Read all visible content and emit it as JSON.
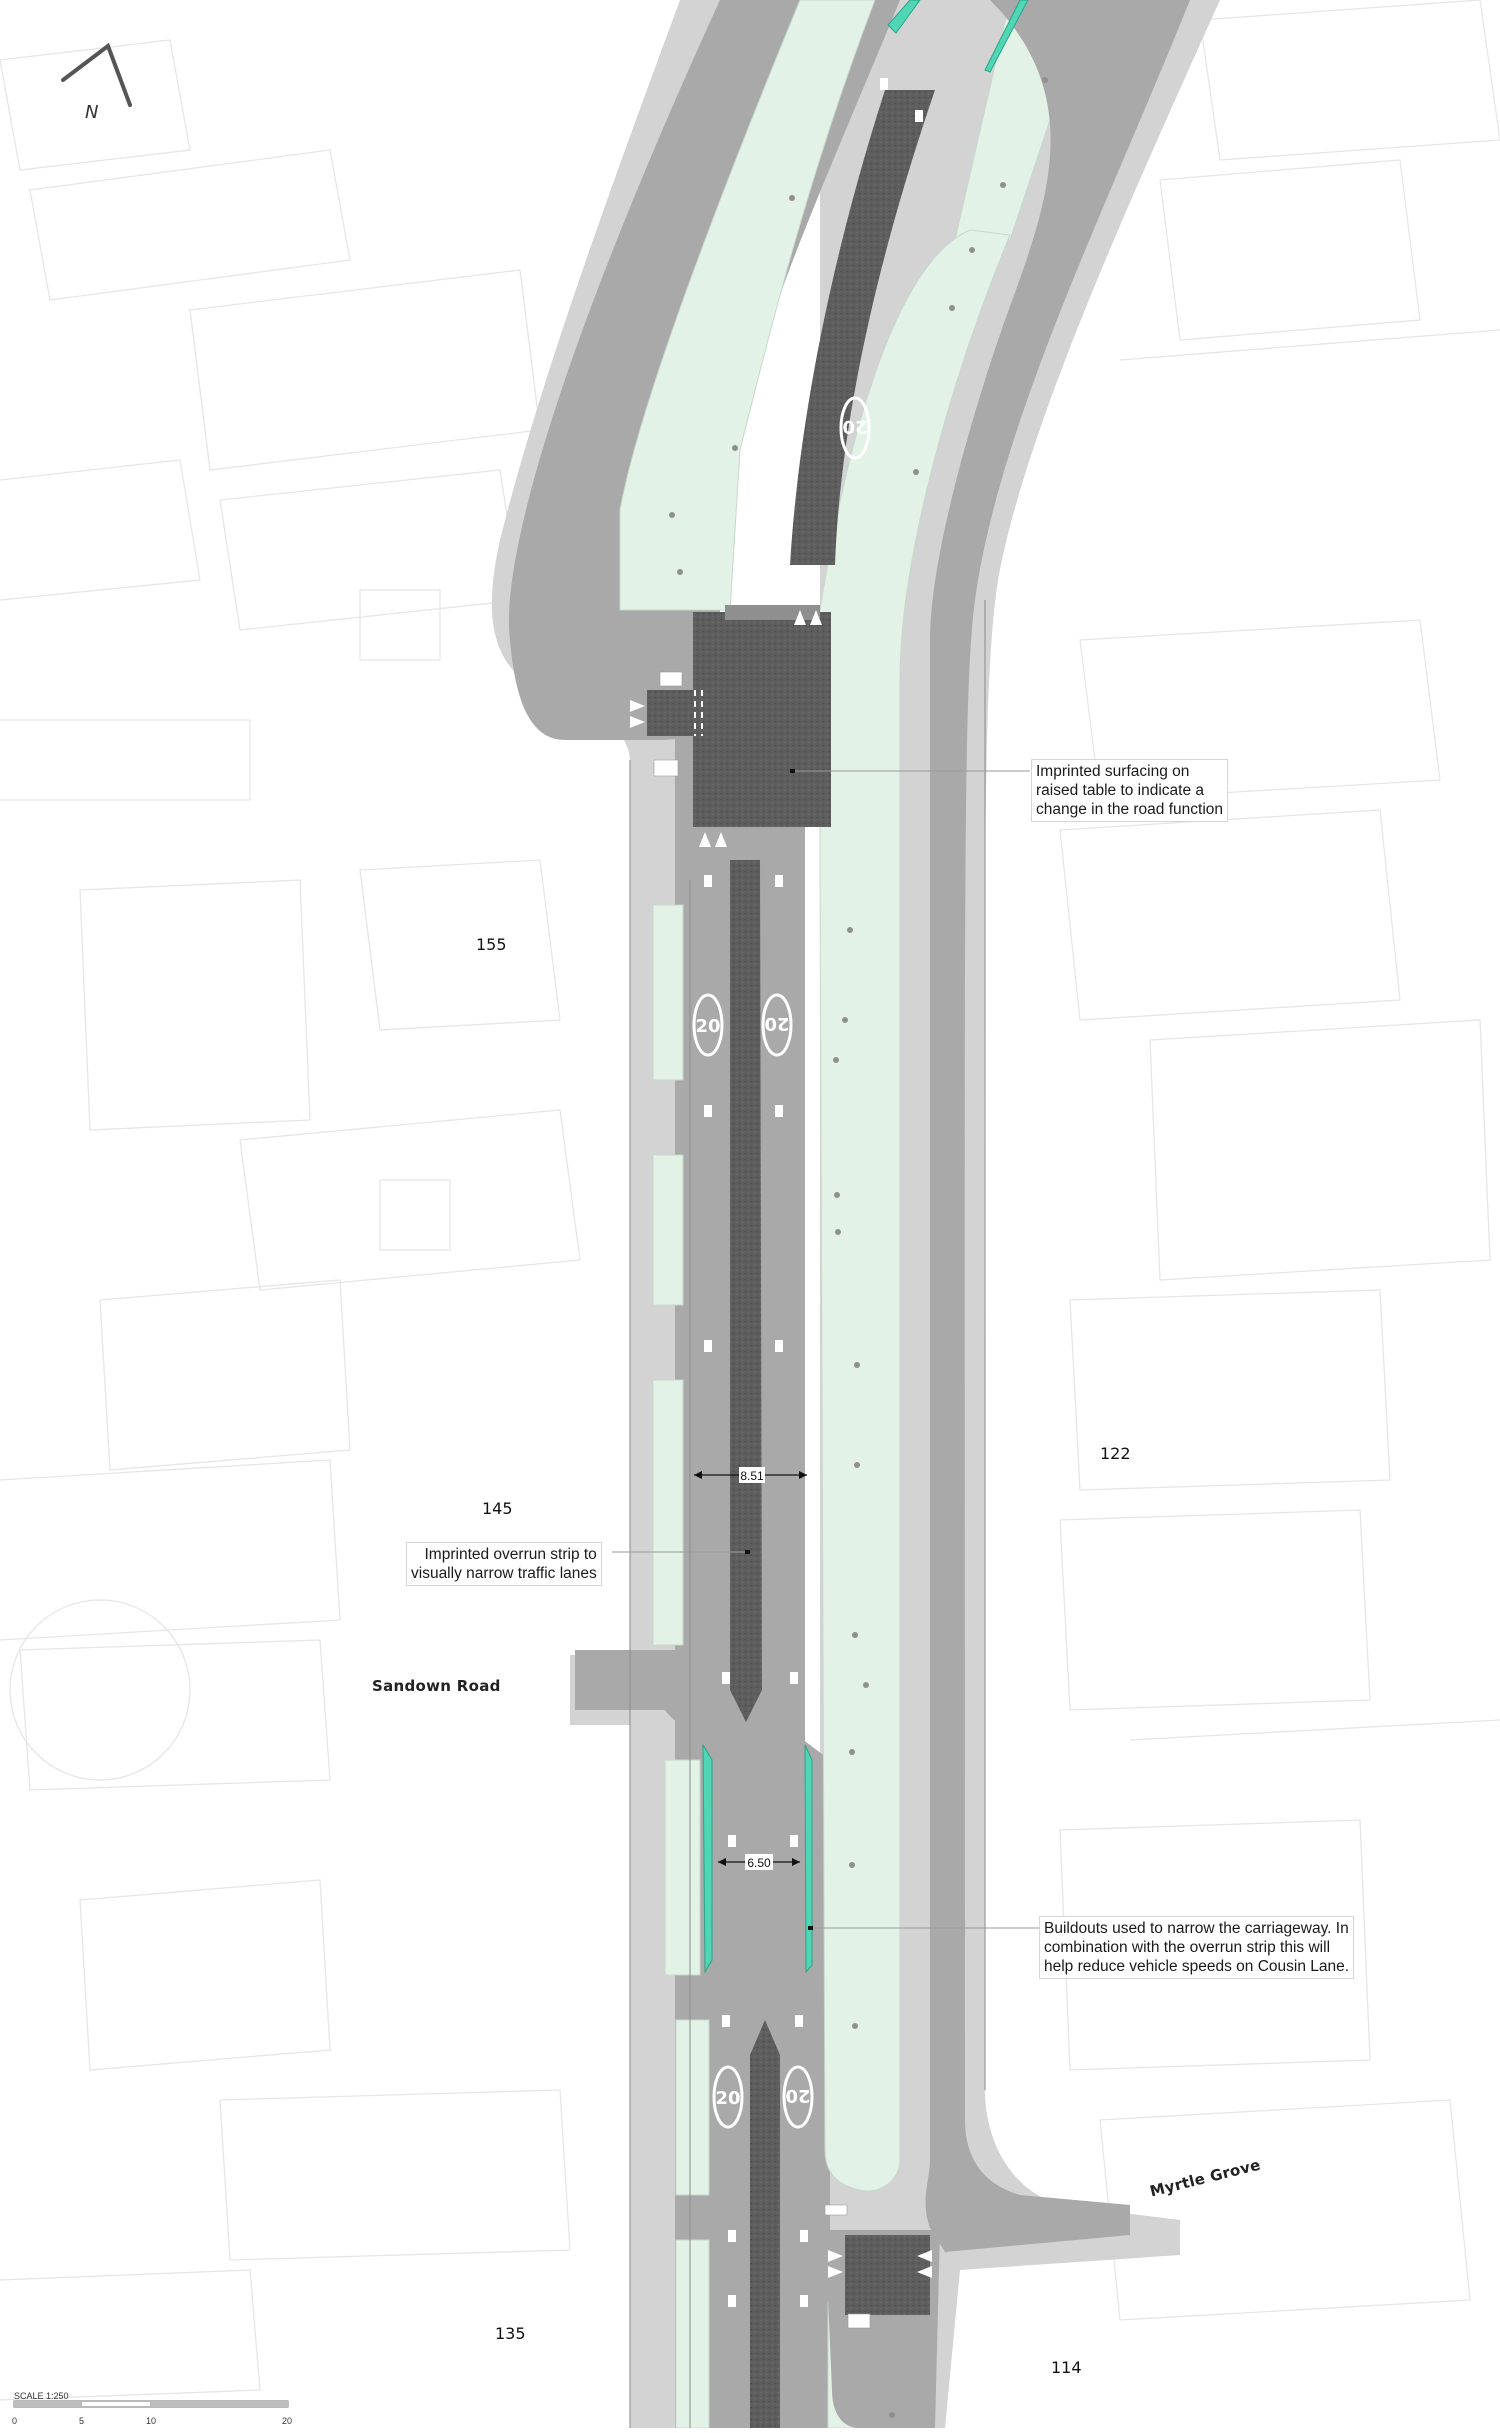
{
  "map": {
    "north_label": "N",
    "speed_marking": "20",
    "annotations": {
      "raised_table": [
        "Imprinted surfacing on",
        "raised table to indicate a",
        "change in the road function"
      ],
      "overrun_strip": [
        "Imprinted overrun strip to",
        "visually narrow traffic lanes"
      ],
      "buildouts": [
        "Buildouts used to narrow the carriageway. In",
        "combination with the overrun strip this will",
        "help reduce vehicle speeds on Cousin Lane."
      ]
    },
    "dimensions": {
      "upper": "8.51",
      "lower": "6.50"
    },
    "property_numbers": [
      "155",
      "145",
      "122",
      "135",
      "114"
    ],
    "road_names": {
      "sandown": "Sandown Road",
      "myrtle": "Myrtle Grove"
    },
    "scale_bar": {
      "title": "SCALE 1:250",
      "ticks": [
        "0",
        "5",
        "10",
        "20"
      ]
    },
    "colors": {
      "carriageway": "#a9a9a9",
      "footway": "#d3d3d3",
      "verge": "#e3f2e6",
      "imprinted_surface": "#5e5e5e",
      "buildout": "#4fd6b4",
      "building_outline": "#e6e6e6"
    }
  }
}
